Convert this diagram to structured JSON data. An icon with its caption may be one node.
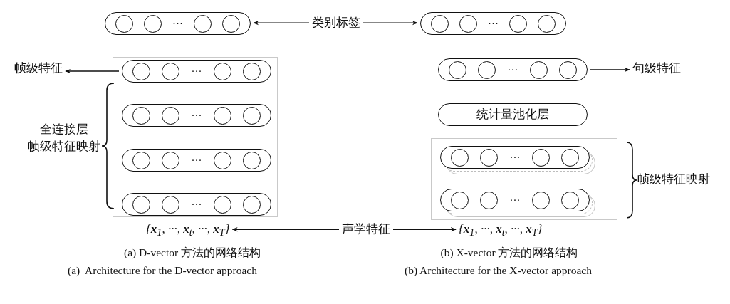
{
  "diagram": {
    "nodes": [
      {
        "text": [
          "···"
        ]
      },
      {
        "text": [
          "类别标签"
        ]
      },
      {
        "text": [
          "···"
        ]
      },
      {
        "text": [],
        "shape": "box"
      },
      {
        "text": [
          "···"
        ],
        "in": 3
      },
      {
        "text": [
          "···"
        ],
        "in": 3
      },
      {
        "text": [
          "···"
        ],
        "in": 3
      },
      {
        "text": [
          "···"
        ],
        "in": 3
      },
      {
        "text": [
          "帧级特征"
        ]
      },
      {
        "text": [
          "···"
        ]
      },
      {
        "text": [
          "句级特征"
        ]
      },
      {
        "text": [
          "统计量池化层"
        ]
      },
      {
        "text": [],
        "shape": "box"
      },
      {
        "text": [
          "···"
        ],
        "in": 12
      },
      {
        "text": [
          "···"
        ],
        "in": 12
      },
      {
        "text": [
          "{**x**$_{1}$, ···, **x**$_{t}$, ···, **x**$_{T}$}"
        ]
      },
      {
        "text": [
          "声学特征"
        ]
      },
      {
        "text": [
          "{**x**$_{1}$, ···, **x**$_{t}$, ···, **x**$_{T}$}"
        ]
      }
    ],
    "edges": [
      {
        "from": 1,
        "to": 0,
        "arrow": "to"
      },
      {
        "from": 1,
        "to": 2,
        "arrow": "to"
      },
      {
        "from": 4,
        "to": 8,
        "arrow": "to"
      },
      {
        "from": 9,
        "to": 10,
        "arrow": "to"
      },
      {
        "from": 16,
        "to": 15,
        "arrow": "to"
      },
      {
        "from": 16,
        "to": 17,
        "arrow": "to"
      }
    ],
    "labels": [
      "全连接层",
      "帧级特征映射",
      "帧级特征映射",
      "(a) D-vector 方法的网络结构",
      "(b) X-vector 方法的网络结构",
      "(a)  Architecture for the D-vector approach",
      "(b) Architecture for the X-vector approach"
    ]
  }
}
